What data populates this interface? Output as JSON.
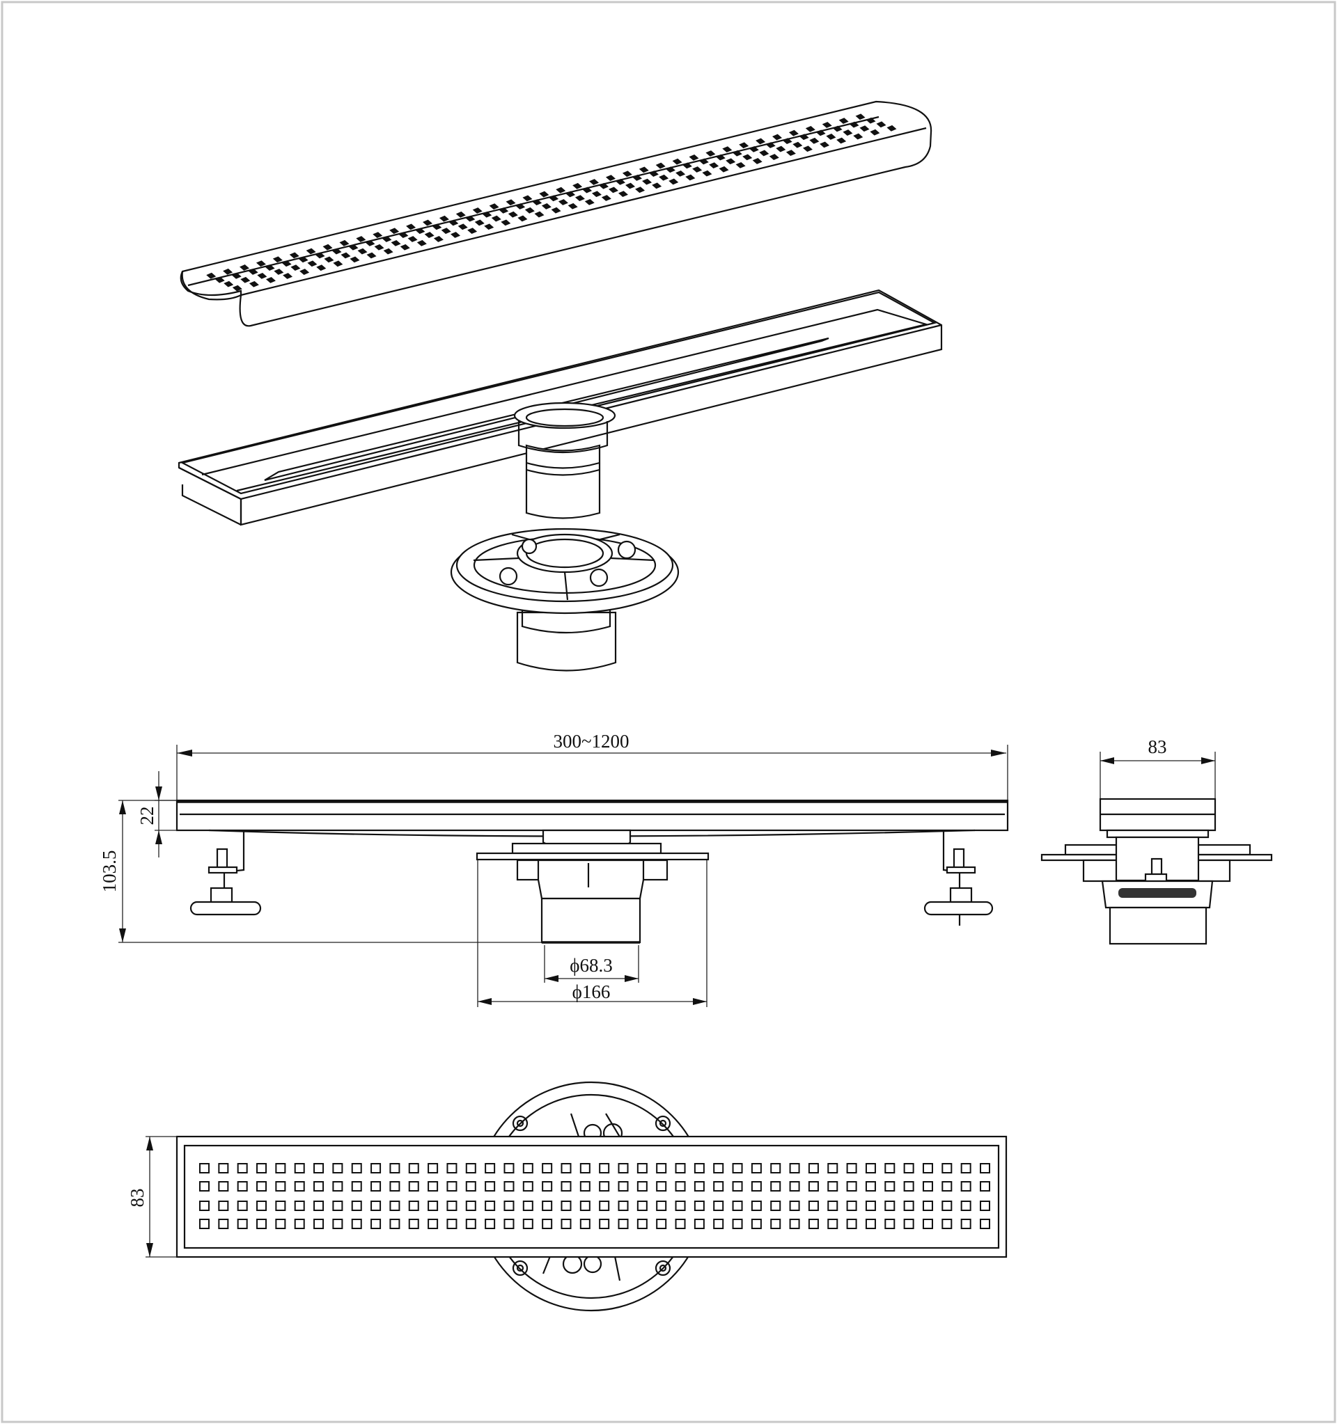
{
  "colors": {
    "line": "#111111",
    "frame": "#c8c8c8",
    "background": "#ffffff"
  },
  "dimensions": {
    "length": "300~1200",
    "grate_height": "22",
    "total_height": "103.5",
    "pipe_diameter": "ϕ68.3",
    "flange_diameter": "ϕ166",
    "end_width": "83",
    "top_width": "83"
  },
  "grate": {
    "hole_rows": 4,
    "hole_cols": 40
  },
  "top_view": {
    "hole_rows": 4,
    "hole_cols": 42
  }
}
